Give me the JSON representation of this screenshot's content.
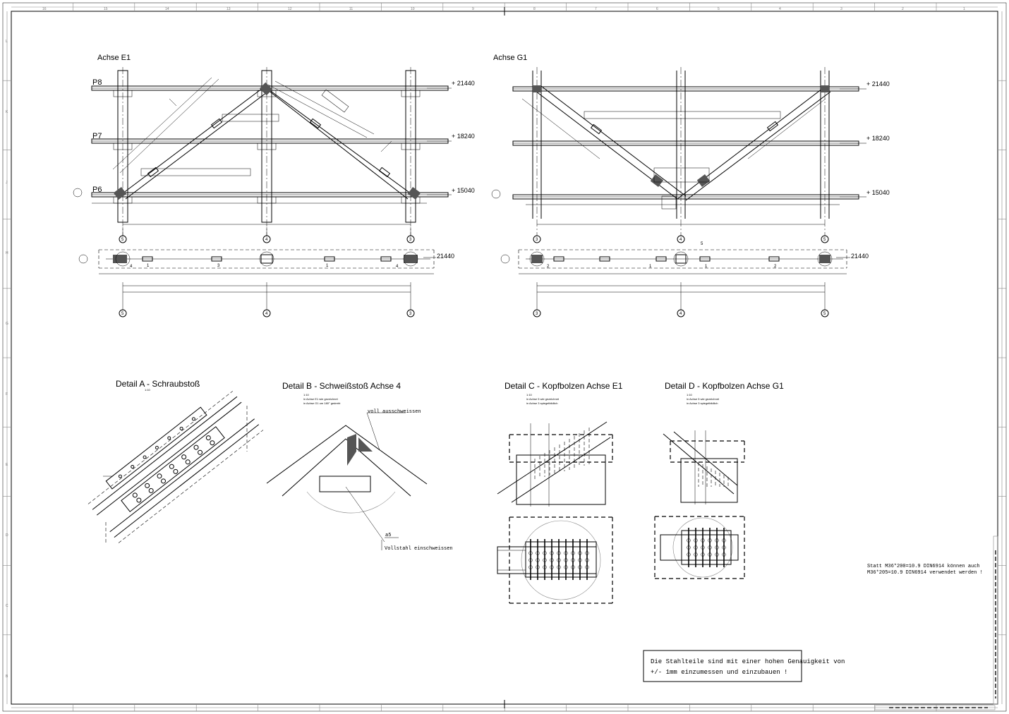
{
  "drawing": {
    "view_e1": {
      "title": "Achse E1",
      "floor_labels": [
        "P8",
        "P7",
        "P6"
      ],
      "level_labels": [
        "+ 21440",
        "+ 18240",
        "+ 15040"
      ],
      "axis_labels": [
        "5",
        "4",
        "3"
      ],
      "plan_level": "21440",
      "plan_numbers": [
        "4",
        "1",
        "3",
        "1",
        "4"
      ]
    },
    "view_g1": {
      "title": "Achse G1",
      "level_labels": [
        "+ 21440",
        "+ 18240",
        "+ 15040"
      ],
      "axis_labels": [
        "3",
        "4",
        "5"
      ],
      "plan_level": "21440",
      "plan_numbers": [
        "2",
        "1",
        "1",
        "2"
      ],
      "top_number": "5"
    },
    "details": {
      "a": {
        "title": "Detail A - Schraubstoß",
        "scale": "1:10"
      },
      "b": {
        "title": "Detail B - Schweißstoß Achse 4",
        "scale": "1:10",
        "note1": "in Achse E1 wie gezeichnet",
        "note2": "in Achse G1 um 180° gedreht",
        "weld1": "voll ausschweissen",
        "weld2": "a5",
        "weld3": "Vollstahl einschweissen"
      },
      "c": {
        "title": "Detail C - Kopfbolzen Achse E1",
        "scale": "1:10",
        "note1": "in Achse 5 wie gezeichnet",
        "note2": "in Achse 3 spiegelbildlich"
      },
      "d": {
        "title": "Detail D - Kopfbolzen Achse G1",
        "scale": "1:10",
        "note1": "in Achse 5 wie gezeichnet",
        "note2": "in Achse 3 spiegelbildlich"
      }
    },
    "bolt_note": {
      "line1": "Statt M36*200=10.9 DIN6914 können auch",
      "line2": "M36*205=10.9 DIN6914 verwendet werden !"
    },
    "accuracy_note": {
      "line1": "Die Stahlteile sind mit einer hohen Genauigkeit von",
      "line2": "+/-  1mm einzumessen und einzubauen !"
    },
    "frame": {
      "columns": [
        "16",
        "15",
        "14",
        "13",
        "12",
        "11",
        "10",
        "9",
        "8",
        "7",
        "6",
        "5",
        "4",
        "3",
        "2",
        "1"
      ],
      "rows": [
        "L",
        "K",
        "J",
        "H",
        "G",
        "F",
        "E",
        "D",
        "C",
        "B"
      ]
    },
    "colors": {
      "ink": "#000000",
      "paper": "#ffffff",
      "frame_text": "#777777"
    }
  }
}
